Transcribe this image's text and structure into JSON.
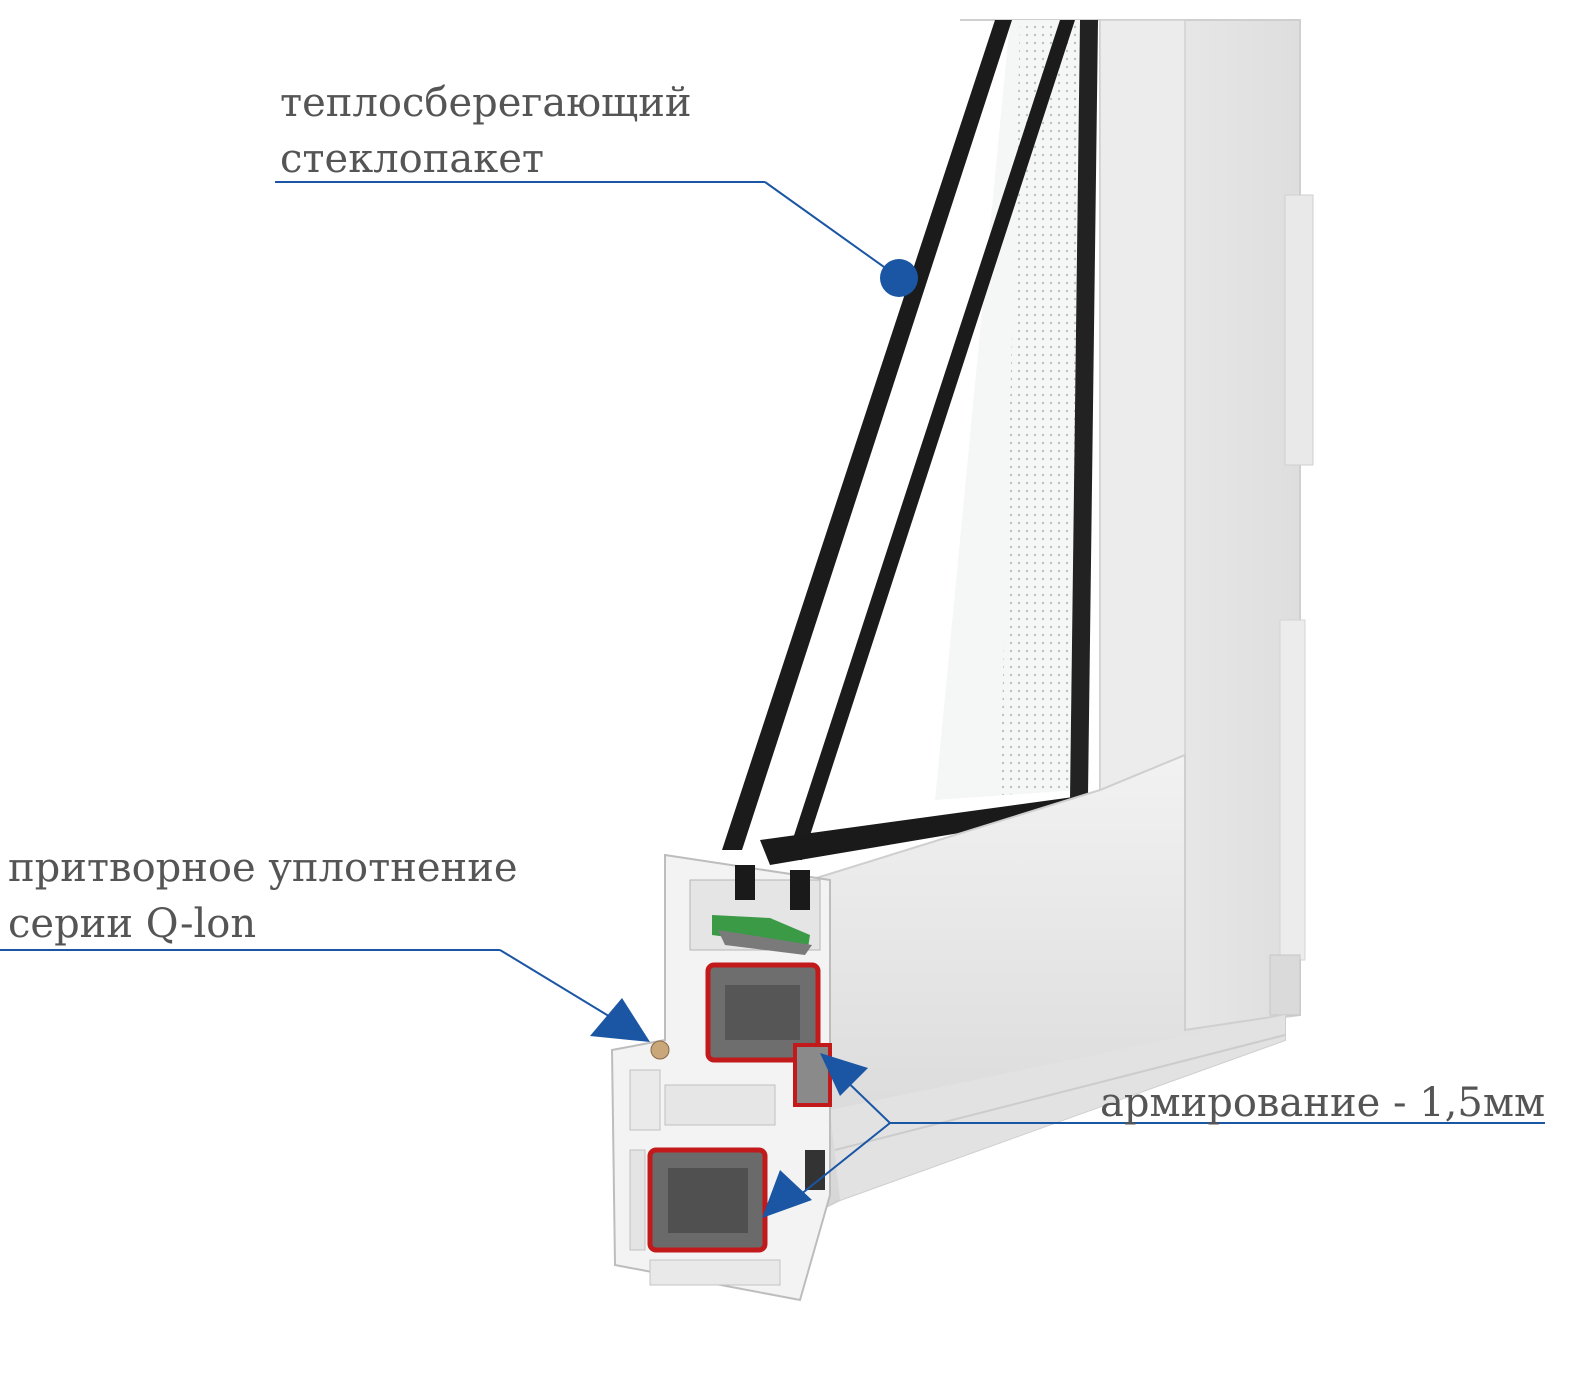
{
  "callouts": {
    "glazing": {
      "line1": "теплосберегающий",
      "line2": "стеклопакет"
    },
    "seal": {
      "line1": "притворное уплотнение",
      "line2": "серии Q-lon"
    },
    "reinforcement": {
      "line1": "армирование - 1,5мм"
    }
  },
  "colors": {
    "accent": "#1a56a4",
    "frame": "#f1f1f1",
    "frame_shadow": "#d9d9d9",
    "glass": "#111111",
    "steel": "#6e6e6e",
    "reinforcement_outline": "#c21a1a",
    "seal_green": "#3a9a45",
    "text": "#555555"
  },
  "icons": [
    "callout-dot-icon",
    "callout-arrow-icon"
  ]
}
